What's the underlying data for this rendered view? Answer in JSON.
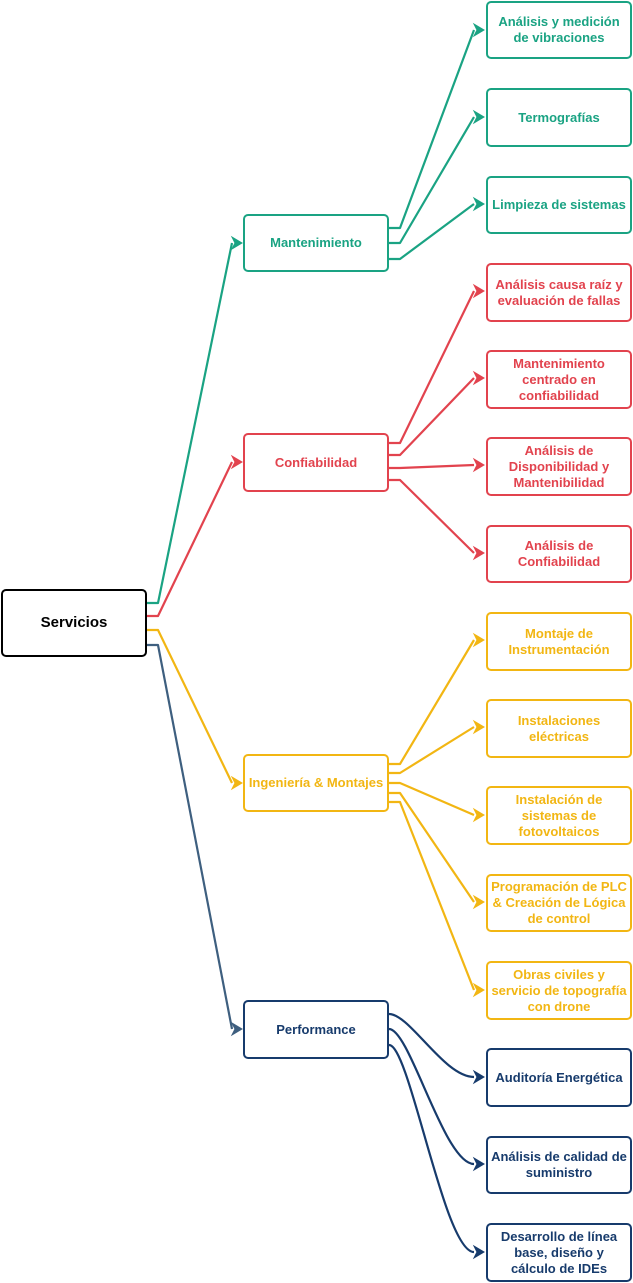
{
  "root": {
    "label": "Servicios"
  },
  "colors": {
    "mantenimiento": "#1aa383",
    "confiabilidad": "#e2434e",
    "ingenieria": "#f2b613",
    "performance": "#173b6c",
    "performance_link": "#3e5f7f",
    "root_border": "#000000"
  },
  "categories": [
    {
      "label": "Mantenimiento",
      "children": [
        "Análisis y medición de vibraciones",
        "Termografías",
        "Limpieza de sistemas"
      ]
    },
    {
      "label": "Confiabilidad",
      "children": [
        "Análisis causa raíz y evaluación de fallas",
        "Mantenimiento centrado en confiabilidad",
        "Análisis de Disponibilidad y Mantenibilidad",
        "Análisis de Confiabilidad"
      ]
    },
    {
      "label": "Ingeniería & Montajes",
      "children": [
        "Montaje de Instrumentación",
        "Instalaciones eléctricas",
        "Instalación de sistemas de fotovoltaicos",
        "Programación de PLC & Creación de Lógica de control",
        "Obras civiles y servicio de topografía con drone"
      ]
    },
    {
      "label": "Performance",
      "children": [
        "Auditoría Energética",
        "Análisis de calidad de suministro",
        "Desarrollo de línea base, diseño y cálculo de IDEs"
      ]
    }
  ]
}
